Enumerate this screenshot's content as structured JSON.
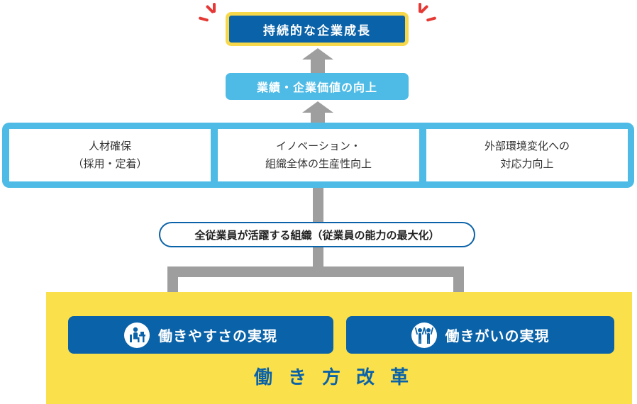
{
  "goal": {
    "label": "持続的な企業成長"
  },
  "value": {
    "label": "業績・企業価値の向上"
  },
  "band": {
    "panels": [
      {
        "label": "人材確保\n（採用・定着）"
      },
      {
        "label": "イノベーション・\n組織全体の生産性向上"
      },
      {
        "label": "外部環境変化への\n対応力向上"
      }
    ]
  },
  "org": {
    "label": "全従業員が活躍する組織（従業員の能力の最大化）"
  },
  "base": {
    "left_label": "働きやすさの実現",
    "right_label": "働きがいの実現",
    "title": "働き方改革"
  },
  "colors": {
    "navy": "#0a62a8",
    "sky": "#4dbbe6",
    "yellow": "#fae04b",
    "arrow": "#9e9e9e",
    "spark": "#e53935"
  },
  "icons": [
    "sparkle-icon",
    "desk-worker-icon",
    "cheering-people-icon"
  ]
}
